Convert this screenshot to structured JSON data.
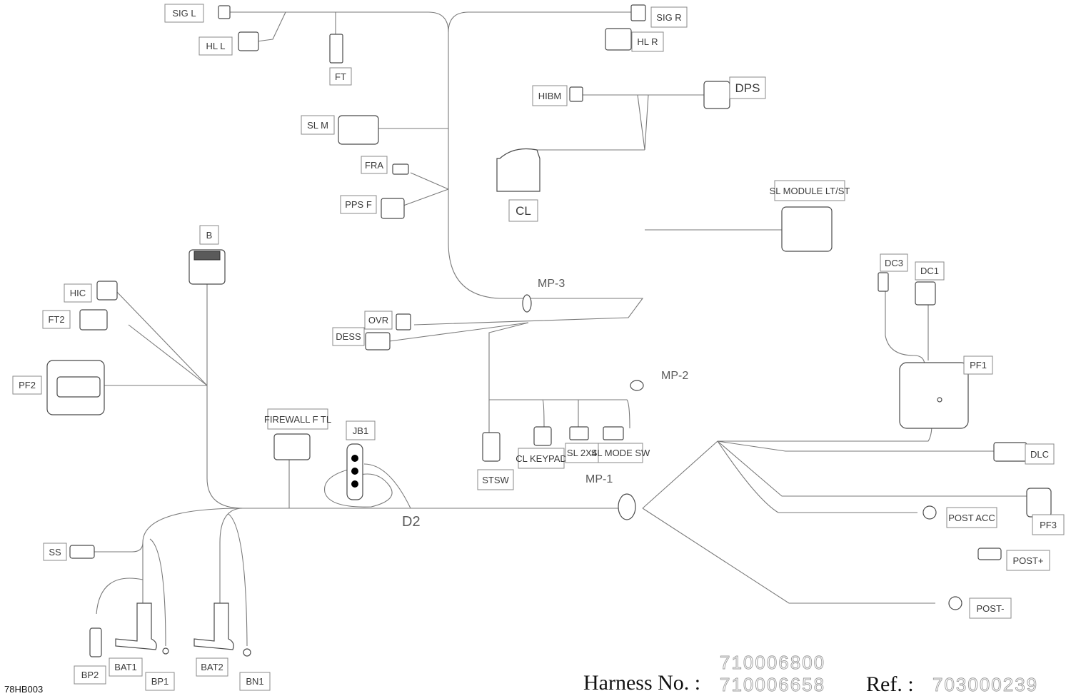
{
  "drawing_id": "78HB003",
  "harness_label": "Harness No. :",
  "ref_label": "Ref. :",
  "harness_numbers": [
    "710006800",
    "710006658"
  ],
  "ref_number": "703000239",
  "labels": {
    "sig_l": "SIG L",
    "hl_l": "HL L",
    "ft": "FT",
    "sig_r": "SIG R",
    "hl_r": "HL R",
    "hibm": "HIBM",
    "dps": "DPS",
    "sl_m": "SL M",
    "fra": "FRA",
    "pps_f": "PPS F",
    "cl": "CL",
    "sl_module": "SL MODULE LT/ST",
    "b": "B",
    "hic": "HIC",
    "ft2": "FT2",
    "pf2": "PF2",
    "ovr": "OVR",
    "dess": "DESS",
    "dc3": "DC3",
    "dc1": "DC1",
    "pf1": "PF1",
    "firewall": "FIREWALL F TL",
    "jb1": "JB1",
    "stsw": "STSW",
    "cl_keypad": "CL KEYPAD",
    "sl_2x4": "SL 2X4",
    "sl_mode_sw": "SL MODE SW",
    "dlc": "DLC",
    "pf3": "PF3",
    "post_acc": "POST ACC",
    "post_plus": "POST+",
    "post_minus": "POST-",
    "ss": "SS",
    "bp2": "BP2",
    "bat1": "BAT1",
    "bp1": "BP1",
    "bat2": "BAT2",
    "bn1": "BN1"
  },
  "free_labels": {
    "mp3": "MP-3",
    "mp2": "MP-2",
    "mp1": "MP-1",
    "d2": "D2"
  }
}
